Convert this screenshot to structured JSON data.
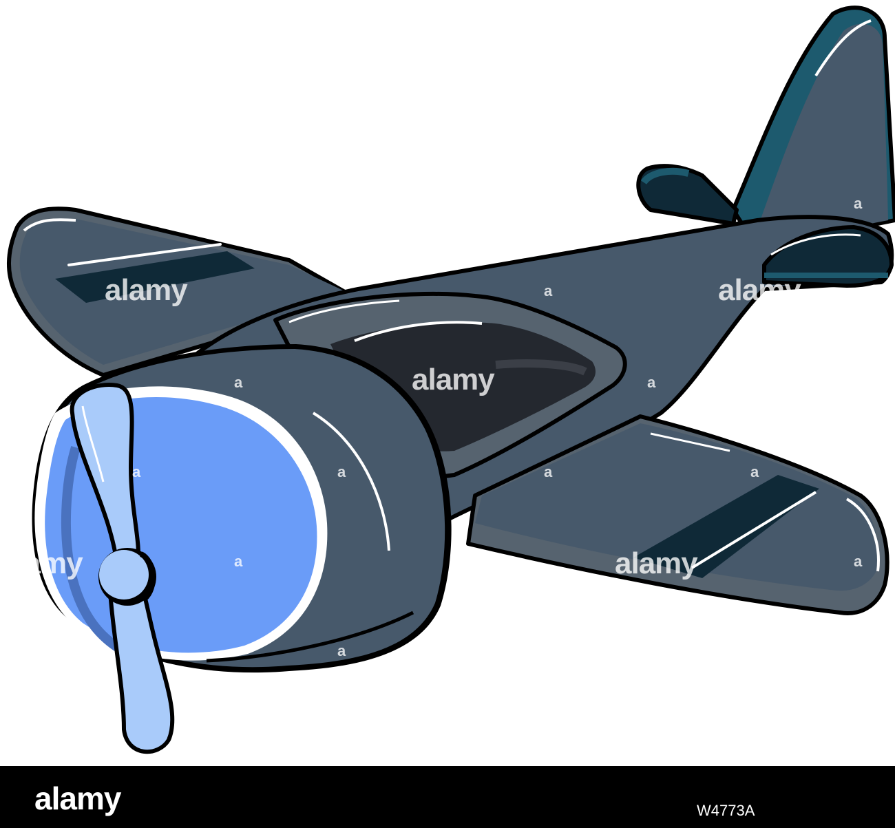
{
  "image": {
    "subject": "cartoon-propeller-airplane",
    "colors": {
      "body": "#47596b",
      "wing_trim": "#56636f",
      "dark_stripe": "#0f2937",
      "cockpit": "#24282f",
      "tail_accent": "#1d5a6e",
      "spinner_disc": "#6a9cf8",
      "propeller": "#a9cbfa",
      "outline": "#000000",
      "background": "#ffffff"
    }
  },
  "watermark": {
    "text": "alamy",
    "small_mark": "a"
  },
  "footer": {
    "logo_text": "alamy",
    "image_id": "W4773A",
    "background": "#000000"
  }
}
